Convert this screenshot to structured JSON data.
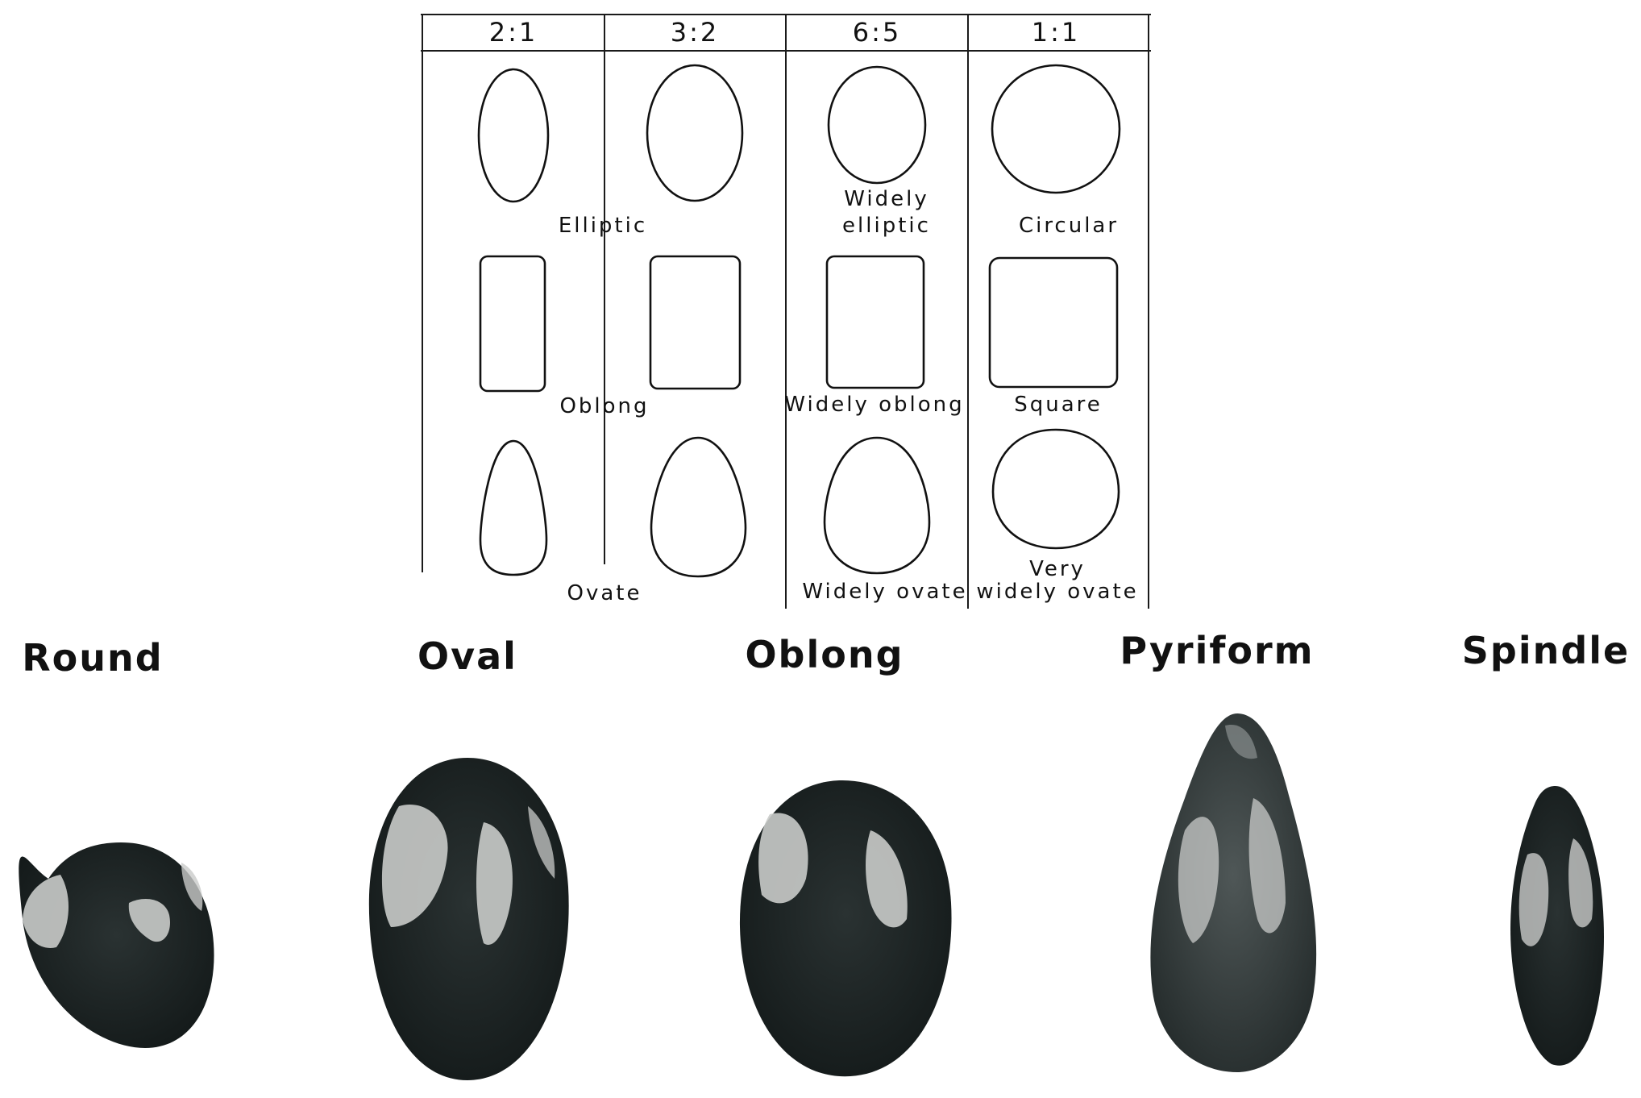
{
  "ratios": [
    "2:1",
    "3:2",
    "6:5",
    "1:1"
  ],
  "shape_labels": {
    "elliptic": "Elliptic",
    "widely_elliptic": [
      "Widely",
      "elliptic"
    ],
    "circular": "Circular",
    "oblong": "Oblong",
    "widely_oblong": "Widely oblong",
    "square": "Square",
    "ovate": "Ovate",
    "widely_ovate": "Widely ovate",
    "very_widely_ovate": [
      "Very",
      "widely ovate"
    ]
  },
  "seed_labels": [
    "Round",
    "Oval",
    "Oblong",
    "Pyriform",
    "Spindle"
  ],
  "colors": {
    "ink": "#111111",
    "seed_dark": "#1f2626",
    "seed_light": "#c9cbc9",
    "background": "#ffffff"
  }
}
